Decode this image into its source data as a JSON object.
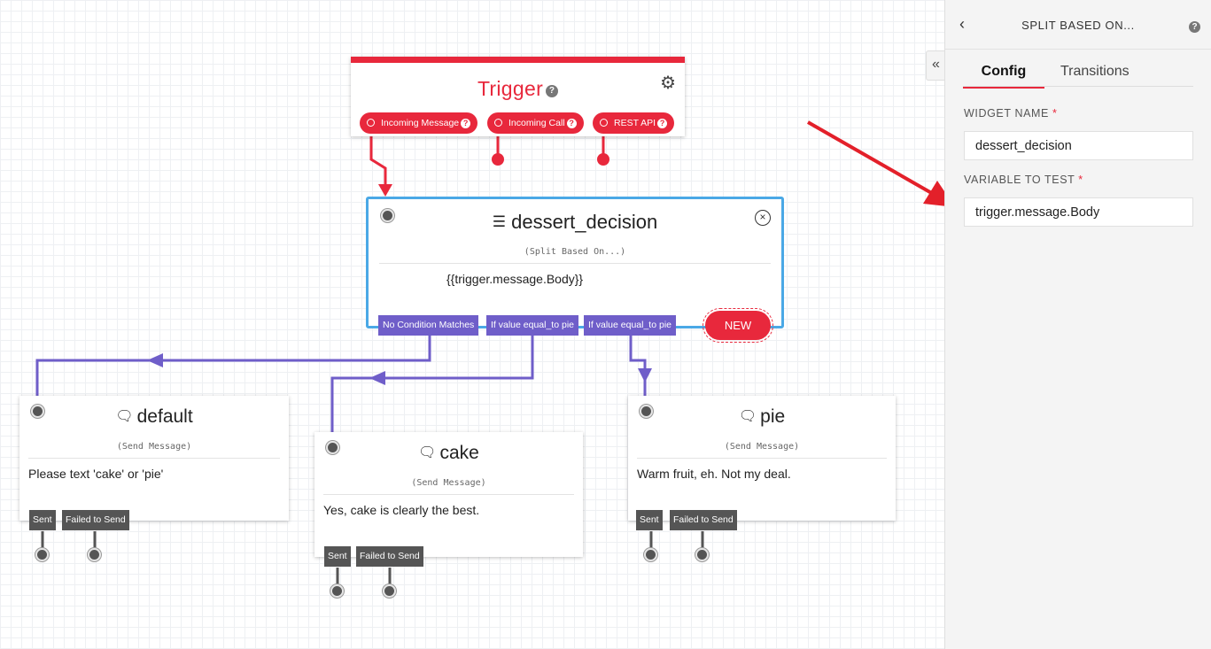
{
  "trigger": {
    "title": "Trigger",
    "gear_icon": "gears-icon",
    "pills": [
      {
        "label": "Incoming Message"
      },
      {
        "label": "Incoming Call"
      },
      {
        "label": "REST API"
      }
    ]
  },
  "split": {
    "title": "dessert_decision",
    "subtitle": "(Split Based On...)",
    "body": "{{trigger.message.Body}}",
    "transitions": [
      {
        "label": "No Condition Matches"
      },
      {
        "label": "If value equal_to pie"
      },
      {
        "label": "If value equal_to pie"
      }
    ],
    "new_label": "NEW"
  },
  "widgets": [
    {
      "title": "default",
      "subtitle": "(Send Message)",
      "body": "Please text 'cake' or 'pie'",
      "sent": "Sent",
      "failed": "Failed to Send"
    },
    {
      "title": "cake",
      "subtitle": "(Send Message)",
      "body": "Yes, cake is clearly the best.",
      "sent": "Sent",
      "failed": "Failed to Send"
    },
    {
      "title": "pie",
      "subtitle": "(Send Message)",
      "body": "Warm fruit, eh. Not my deal.",
      "sent": "Sent",
      "failed": "Failed to Send"
    }
  ],
  "panel": {
    "title": "SPLIT BASED ON...",
    "tabs": [
      {
        "label": "Config"
      },
      {
        "label": "Transitions"
      }
    ],
    "widget_name_label": "WIDGET NAME",
    "widget_name_value": "dessert_decision",
    "variable_label": "VARIABLE TO TEST",
    "variable_value": "trigger.message.Body",
    "required_mark": "*"
  },
  "colors": {
    "trigger_red": "#e8283c",
    "split_blue": "#4aa8e6",
    "transition_purple": "#6f5ec9",
    "port_gray": "#555555"
  }
}
